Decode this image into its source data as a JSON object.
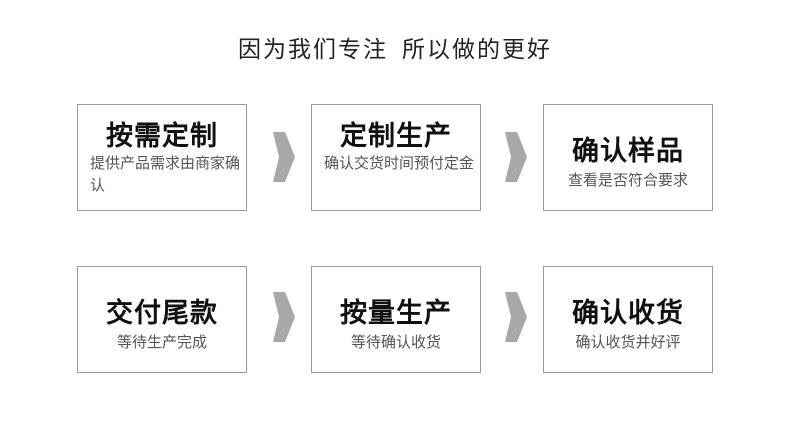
{
  "header": {
    "title_part1": "因为我们专注",
    "title_part2": "所以做的更好"
  },
  "steps": [
    {
      "title": "按需定制",
      "desc": "提供产品需求由商家确认"
    },
    {
      "title": "定制生产",
      "desc": "确认交货时间预付定金"
    },
    {
      "title": "确认样品",
      "desc": "查看是否符合要求"
    },
    {
      "title": "交付尾款",
      "desc": "等待生产完成"
    },
    {
      "title": "按量生产",
      "desc": "等待确认收货"
    },
    {
      "title": "确认收货",
      "desc": "确认收货并好评"
    }
  ],
  "colors": {
    "arrow": "#a8a8a8",
    "border": "#9a9a9a"
  },
  "icons": {
    "flow_arrow": "chevron-right-arrow-icon"
  }
}
